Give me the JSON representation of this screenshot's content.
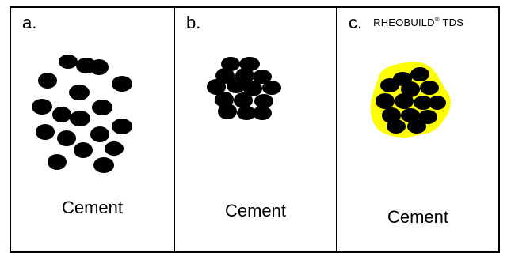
{
  "panels": [
    {
      "letter": "a.",
      "label": "Cement"
    },
    {
      "letter": "b.",
      "label": "Cement"
    },
    {
      "letter": "c.",
      "product": "RHEOBUILD",
      "product_mark": "®",
      "product_suffix": " TDS",
      "label": "Cement"
    }
  ],
  "colors": {
    "particle": "#000000",
    "coating": "#ffff00",
    "border": "#000000"
  }
}
